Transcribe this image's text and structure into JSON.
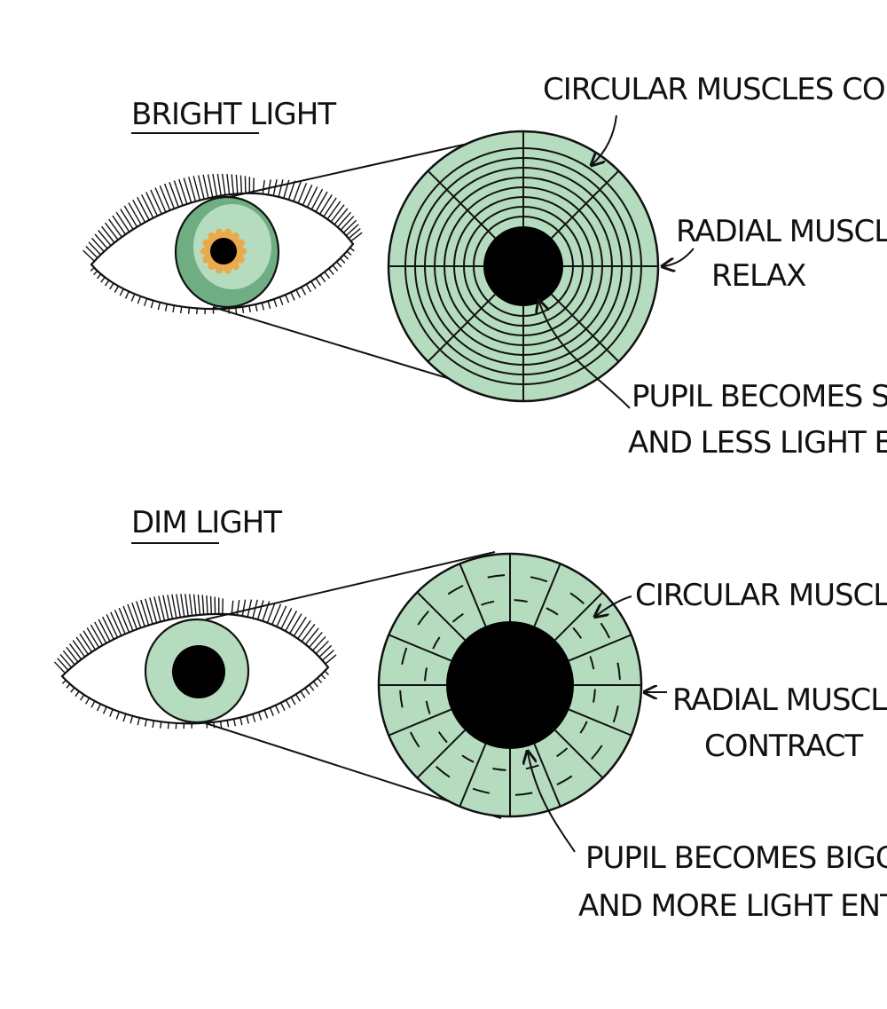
{
  "colors": {
    "iris_fill": "#b5dcbf",
    "iris_dark": "#6fae82",
    "pupil": "#000000",
    "pupil_ring": "#e9a94d",
    "ink": "#111111",
    "background": "#ffffff"
  },
  "bright": {
    "title": "BRIGHT LIGHT",
    "circular_label_line1": "CIRCULAR MUSCLES CONTRACT",
    "radial_label_line1": "RADIAL MUSCLES",
    "radial_label_line2": "RELAX",
    "pupil_label_line1": "PUPIL BECOMES SMALLER",
    "pupil_label_line2": "AND LESS LIGHT ENTERS"
  },
  "dim": {
    "title": "DIM LIGHT",
    "circular_label_line1": "CIRCULAR MUSCLES RELAX",
    "radial_label_line1": "RADIAL MUSCLES",
    "radial_label_line2": "CONTRACT",
    "pupil_label_line1": "PUPIL BECOMES BIGGER",
    "pupil_label_line2": "AND MORE LIGHT ENTERS"
  }
}
